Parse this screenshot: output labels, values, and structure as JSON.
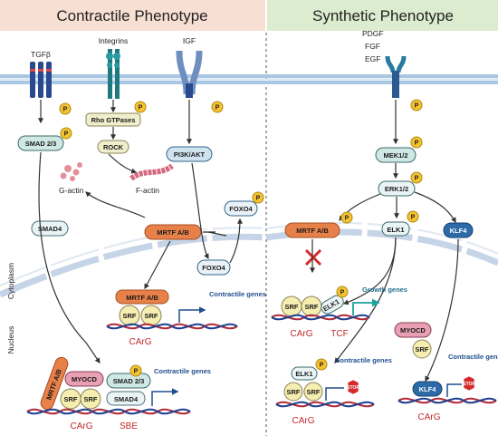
{
  "headers": {
    "left": "Contractile Phenotype",
    "right": "Synthetic Phenotype"
  },
  "regions": {
    "nucleus": "Nucleus",
    "cytoplasm": "Cytoplasm"
  },
  "receptors": {
    "tgfb": "TGFβ",
    "integrins": "Integrins",
    "igf": "IGF",
    "pdgf": "PDGF",
    "fgf": "FGF",
    "egf": "EGF"
  },
  "phospho": "P",
  "left": {
    "smad23": "SMAD 2/3",
    "rho": "Rho GTPases",
    "rock": "ROCK",
    "g_actin": "G-actin",
    "f_actin": "F-actin",
    "pi3k": "PI3K/AKT",
    "smad4": "SMAD4",
    "mrtf": "MRTF A/B",
    "foxo4_cyto": "FOXO4",
    "foxo4_nuc": "FOXO4",
    "nuc_mrtf": "MRTF A/B",
    "srf1": "SRF",
    "srf2": "SRF",
    "contractile_genes_1": "Contractile genes",
    "carg_1": "CArG",
    "complex": {
      "mrtf": "MRTF A/B",
      "myocd": "MYOCD",
      "smad23": "SMAD 2/3",
      "srf1": "SRF",
      "srf2": "SRF",
      "smad4": "SMAD4"
    },
    "contractile_genes_2": "Contractile genes",
    "carg_2": "CArG",
    "sbe": "SBE"
  },
  "right": {
    "mek": "MEK1/2",
    "erk": "ERK1/2",
    "mrtf": "MRTF A/B",
    "elk1": "ELK1",
    "klf4": "KLF4",
    "srf1": "SRF",
    "srf2": "SRF",
    "elk1_nuc": "ELK1",
    "growth_genes": "Growth genes",
    "carg_1": "CArG",
    "tcf": "TCF",
    "myocd": "MYOCD",
    "srf3": "SRF",
    "elk1_b": "ELK1",
    "srf4": "SRF",
    "srf5": "SRF",
    "contractile_genes_a": "Contractile genes",
    "stop_a": "STOP",
    "carg_2": "CArG",
    "klf4_nuc": "KLF4",
    "contractile_genes_b": "Contractile genes",
    "stop_b": "STOP",
    "carg_3": "CArG"
  }
}
